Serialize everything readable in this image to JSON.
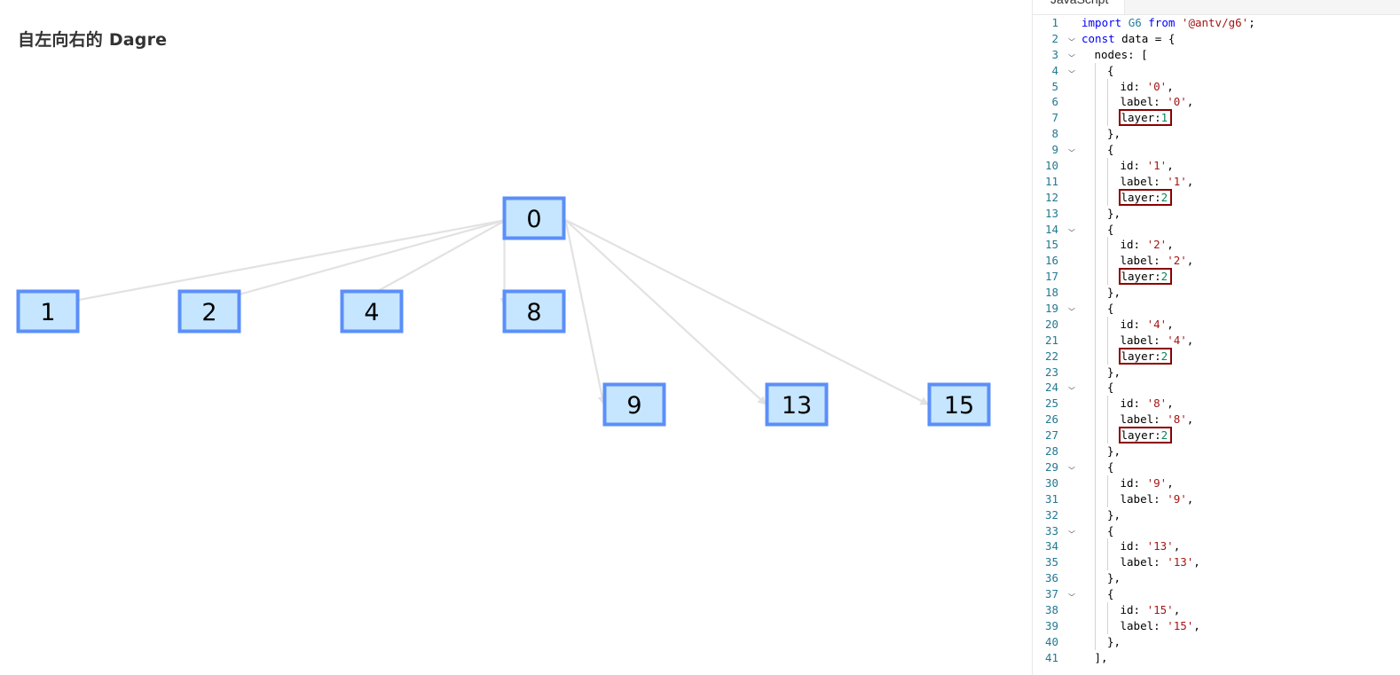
{
  "page": {
    "title": "自左向右的 Dagre"
  },
  "editor": {
    "tab_label": "JavaScript",
    "lines": [
      {
        "n": "1",
        "fold": false,
        "depth": 0,
        "tokens": [
          [
            "kw",
            "import"
          ],
          [
            "plain",
            " "
          ],
          [
            "id",
            "G6"
          ],
          [
            "plain",
            " "
          ],
          [
            "kw",
            "from"
          ],
          [
            "plain",
            " "
          ],
          [
            "str",
            "'@antv/g6'"
          ],
          [
            "plain",
            ";"
          ]
        ]
      },
      {
        "n": "2",
        "fold": true,
        "depth": 0,
        "tokens": [
          [
            "kw",
            "const"
          ],
          [
            "plain",
            " data = {"
          ]
        ]
      },
      {
        "n": "3",
        "fold": true,
        "depth": 1,
        "tokens": [
          [
            "plain",
            "nodes: ["
          ]
        ]
      },
      {
        "n": "4",
        "fold": true,
        "depth": 2,
        "tokens": [
          [
            "plain",
            "{"
          ]
        ]
      },
      {
        "n": "5",
        "fold": false,
        "depth": 3,
        "tokens": [
          [
            "plain",
            "id: "
          ],
          [
            "str",
            "'0'"
          ],
          [
            "plain",
            ","
          ]
        ]
      },
      {
        "n": "6",
        "fold": false,
        "depth": 3,
        "tokens": [
          [
            "plain",
            "label: "
          ],
          [
            "str",
            "'0'"
          ],
          [
            "plain",
            ","
          ]
        ]
      },
      {
        "n": "7",
        "fold": false,
        "depth": 3,
        "hl": true,
        "tokens": [
          [
            "plain",
            "layer:"
          ],
          [
            "num",
            "1"
          ]
        ]
      },
      {
        "n": "8",
        "fold": false,
        "depth": 2,
        "tokens": [
          [
            "plain",
            "},"
          ]
        ]
      },
      {
        "n": "9",
        "fold": true,
        "depth": 2,
        "tokens": [
          [
            "plain",
            "{"
          ]
        ]
      },
      {
        "n": "10",
        "fold": false,
        "depth": 3,
        "tokens": [
          [
            "plain",
            "id: "
          ],
          [
            "str",
            "'1'"
          ],
          [
            "plain",
            ","
          ]
        ]
      },
      {
        "n": "11",
        "fold": false,
        "depth": 3,
        "tokens": [
          [
            "plain",
            "label: "
          ],
          [
            "str",
            "'1'"
          ],
          [
            "plain",
            ","
          ]
        ]
      },
      {
        "n": "12",
        "fold": false,
        "depth": 3,
        "hl": true,
        "tokens": [
          [
            "plain",
            "layer:"
          ],
          [
            "num",
            "2"
          ]
        ]
      },
      {
        "n": "13",
        "fold": false,
        "depth": 2,
        "tokens": [
          [
            "plain",
            "},"
          ]
        ]
      },
      {
        "n": "14",
        "fold": true,
        "depth": 2,
        "tokens": [
          [
            "plain",
            "{"
          ]
        ]
      },
      {
        "n": "15",
        "fold": false,
        "depth": 3,
        "tokens": [
          [
            "plain",
            "id: "
          ],
          [
            "str",
            "'2'"
          ],
          [
            "plain",
            ","
          ]
        ]
      },
      {
        "n": "16",
        "fold": false,
        "depth": 3,
        "tokens": [
          [
            "plain",
            "label: "
          ],
          [
            "str",
            "'2'"
          ],
          [
            "plain",
            ","
          ]
        ]
      },
      {
        "n": "17",
        "fold": false,
        "depth": 3,
        "hl": true,
        "tokens": [
          [
            "plain",
            "layer:"
          ],
          [
            "num",
            "2"
          ]
        ]
      },
      {
        "n": "18",
        "fold": false,
        "depth": 2,
        "tokens": [
          [
            "plain",
            "},"
          ]
        ]
      },
      {
        "n": "19",
        "fold": true,
        "depth": 2,
        "tokens": [
          [
            "plain",
            "{"
          ]
        ]
      },
      {
        "n": "20",
        "fold": false,
        "depth": 3,
        "tokens": [
          [
            "plain",
            "id: "
          ],
          [
            "str",
            "'4'"
          ],
          [
            "plain",
            ","
          ]
        ]
      },
      {
        "n": "21",
        "fold": false,
        "depth": 3,
        "tokens": [
          [
            "plain",
            "label: "
          ],
          [
            "str",
            "'4'"
          ],
          [
            "plain",
            ","
          ]
        ]
      },
      {
        "n": "22",
        "fold": false,
        "depth": 3,
        "hl": true,
        "tokens": [
          [
            "plain",
            "layer:"
          ],
          [
            "num",
            "2"
          ]
        ]
      },
      {
        "n": "23",
        "fold": false,
        "depth": 2,
        "tokens": [
          [
            "plain",
            "},"
          ]
        ]
      },
      {
        "n": "24",
        "fold": true,
        "depth": 2,
        "tokens": [
          [
            "plain",
            "{"
          ]
        ]
      },
      {
        "n": "25",
        "fold": false,
        "depth": 3,
        "tokens": [
          [
            "plain",
            "id: "
          ],
          [
            "str",
            "'8'"
          ],
          [
            "plain",
            ","
          ]
        ]
      },
      {
        "n": "26",
        "fold": false,
        "depth": 3,
        "tokens": [
          [
            "plain",
            "label: "
          ],
          [
            "str",
            "'8'"
          ],
          [
            "plain",
            ","
          ]
        ]
      },
      {
        "n": "27",
        "fold": false,
        "depth": 3,
        "hl": true,
        "tokens": [
          [
            "plain",
            "layer:"
          ],
          [
            "num",
            "2"
          ]
        ]
      },
      {
        "n": "28",
        "fold": false,
        "depth": 2,
        "tokens": [
          [
            "plain",
            "},"
          ]
        ]
      },
      {
        "n": "29",
        "fold": true,
        "depth": 2,
        "tokens": [
          [
            "plain",
            "{"
          ]
        ]
      },
      {
        "n": "30",
        "fold": false,
        "depth": 3,
        "tokens": [
          [
            "plain",
            "id: "
          ],
          [
            "str",
            "'9'"
          ],
          [
            "plain",
            ","
          ]
        ]
      },
      {
        "n": "31",
        "fold": false,
        "depth": 3,
        "tokens": [
          [
            "plain",
            "label: "
          ],
          [
            "str",
            "'9'"
          ],
          [
            "plain",
            ","
          ]
        ]
      },
      {
        "n": "32",
        "fold": false,
        "depth": 2,
        "tokens": [
          [
            "plain",
            "},"
          ]
        ]
      },
      {
        "n": "33",
        "fold": true,
        "depth": 2,
        "tokens": [
          [
            "plain",
            "{"
          ]
        ]
      },
      {
        "n": "34",
        "fold": false,
        "depth": 3,
        "tokens": [
          [
            "plain",
            "id: "
          ],
          [
            "str",
            "'13'"
          ],
          [
            "plain",
            ","
          ]
        ]
      },
      {
        "n": "35",
        "fold": false,
        "depth": 3,
        "tokens": [
          [
            "plain",
            "label: "
          ],
          [
            "str",
            "'13'"
          ],
          [
            "plain",
            ","
          ]
        ]
      },
      {
        "n": "36",
        "fold": false,
        "depth": 2,
        "tokens": [
          [
            "plain",
            "},"
          ]
        ]
      },
      {
        "n": "37",
        "fold": true,
        "depth": 2,
        "tokens": [
          [
            "plain",
            "{"
          ]
        ]
      },
      {
        "n": "38",
        "fold": false,
        "depth": 3,
        "tokens": [
          [
            "plain",
            "id: "
          ],
          [
            "str",
            "'15'"
          ],
          [
            "plain",
            ","
          ]
        ]
      },
      {
        "n": "39",
        "fold": false,
        "depth": 3,
        "tokens": [
          [
            "plain",
            "label: "
          ],
          [
            "str",
            "'15'"
          ],
          [
            "plain",
            ","
          ]
        ]
      },
      {
        "n": "40",
        "fold": false,
        "depth": 2,
        "tokens": [
          [
            "plain",
            "},"
          ]
        ]
      },
      {
        "n": "41",
        "fold": false,
        "depth": 1,
        "tokens": [
          [
            "plain",
            "],"
          ]
        ]
      }
    ]
  },
  "graph": {
    "node_fill": "#c6e5ff",
    "node_stroke": "#5b8ff9",
    "edge_color": "#e2e2e2",
    "highlight_color": "#8b0000",
    "nodes": [
      {
        "id": "0",
        "label": "0"
      },
      {
        "id": "1",
        "label": "1"
      },
      {
        "id": "2",
        "label": "2"
      },
      {
        "id": "4",
        "label": "4"
      },
      {
        "id": "8",
        "label": "8"
      },
      {
        "id": "9",
        "label": "9"
      },
      {
        "id": "13",
        "label": "13"
      },
      {
        "id": "15",
        "label": "15"
      }
    ],
    "edges": [
      {
        "source": "0",
        "target": "1"
      },
      {
        "source": "0",
        "target": "2"
      },
      {
        "source": "0",
        "target": "4"
      },
      {
        "source": "0",
        "target": "8"
      },
      {
        "source": "0",
        "target": "9"
      },
      {
        "source": "0",
        "target": "13"
      },
      {
        "source": "0",
        "target": "15"
      }
    ]
  }
}
